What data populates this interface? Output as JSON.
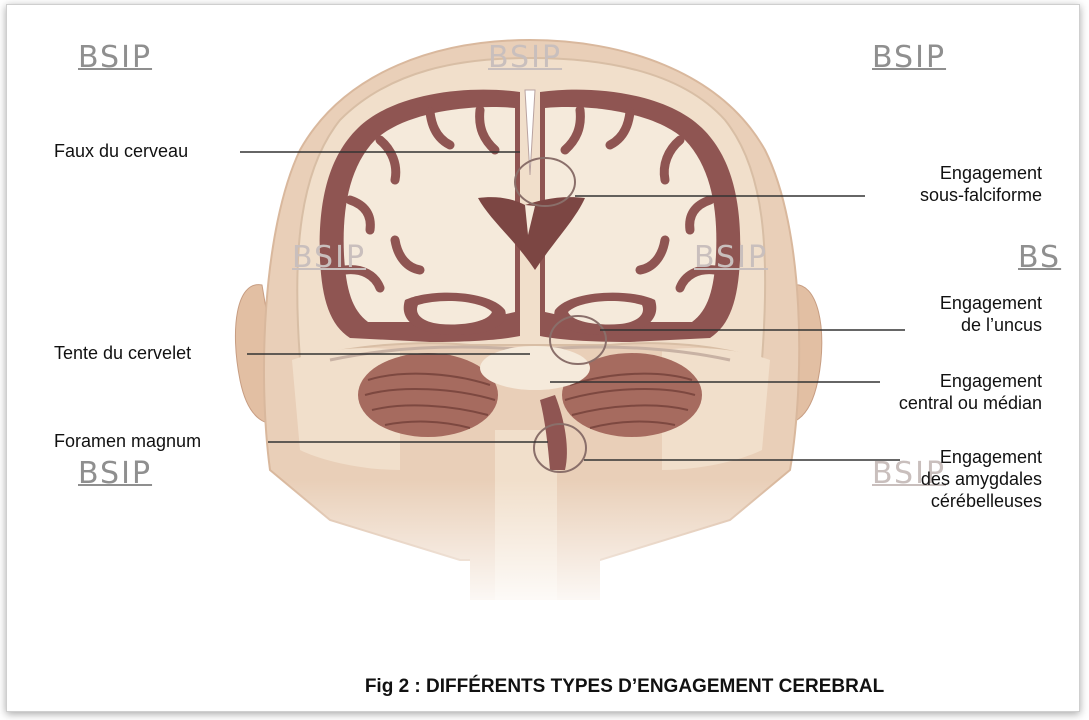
{
  "watermarks": {
    "top_left": "BSIP",
    "top_center": "BSIP",
    "top_right": "BSIP",
    "mid_left": "BSIP",
    "mid_center": "BSIP",
    "mid_right": "BS",
    "bottom_left": "BSIP",
    "bottom_right": "BSIP"
  },
  "labels": {
    "faux": "Faux du cerveau",
    "tente": "Tente du cervelet",
    "foramen": "Foramen magnum",
    "sous_falciforme_1": "Engagement",
    "sous_falciforme_2": "sous-falciforme",
    "uncus_1": "Engagement",
    "uncus_2": "de l’uncus",
    "central_1": "Engagement",
    "central_2": "central ou médian",
    "amygdales_1": "Engagement",
    "amygdales_2": "des amygdales",
    "amygdales_3": "cérébelleuses"
  },
  "caption": "Fig 2 : DIFFÉRENTS TYPES D’ENGAGEMENT CEREBRAL",
  "colors": {
    "skin": "#e9cfb8",
    "skull": "#f1dfcb",
    "cortex": "#8f5552",
    "white_matter": "#f5eadb",
    "cerebellum": "#a66b5f"
  }
}
